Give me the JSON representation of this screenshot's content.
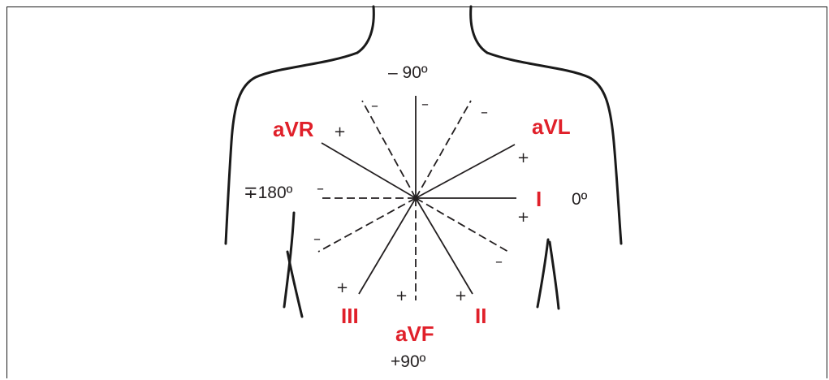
{
  "diagram": {
    "angles": {
      "top": "– 90º",
      "right": "0º",
      "left": "∓180º",
      "bottom": "+90º"
    },
    "leads": {
      "avr": "aVR",
      "avl": "aVL",
      "i": "I",
      "iii": "III",
      "avf": "aVF",
      "ii": "II"
    },
    "signs": {
      "plus": "+",
      "minus": "–"
    },
    "colors": {
      "lead_label": "#e0202a",
      "line": "#231f20"
    }
  }
}
